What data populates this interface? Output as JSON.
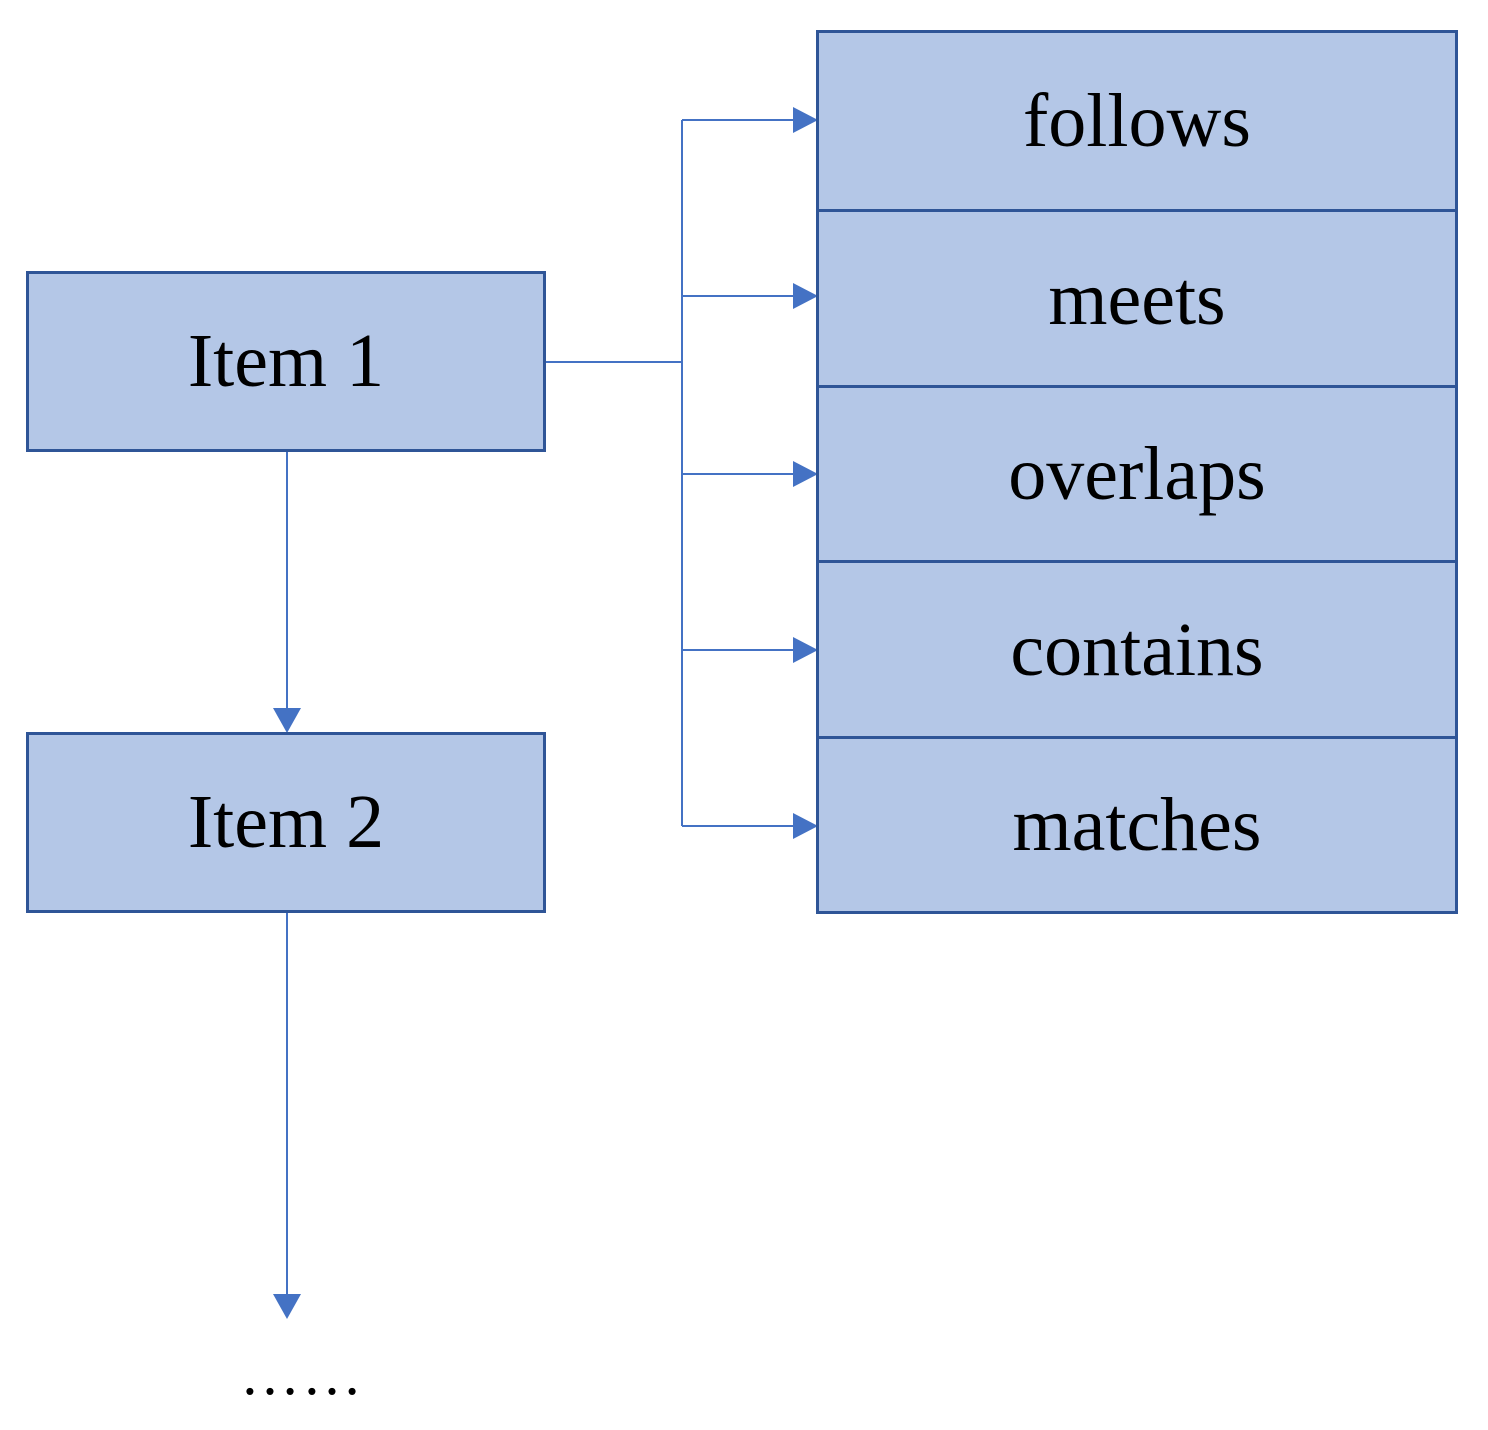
{
  "colors": {
    "box_fill": "#b4c7e7",
    "box_border": "#2f5597",
    "connector": "#4472c4",
    "text": "#000000"
  },
  "items": [
    {
      "label": "Item 1"
    },
    {
      "label": "Item 2"
    }
  ],
  "relations": [
    {
      "label": "follows"
    },
    {
      "label": "meets"
    },
    {
      "label": "overlaps"
    },
    {
      "label": "contains"
    },
    {
      "label": "matches"
    }
  ],
  "continuation": "……"
}
